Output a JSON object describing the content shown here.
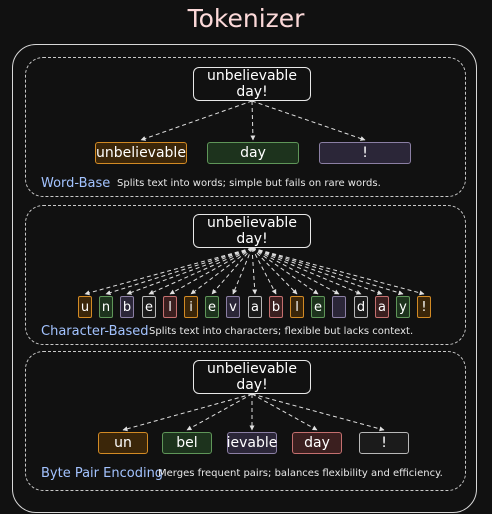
{
  "title": "Tokenizer",
  "sections": [
    {
      "name": "Word-Base",
      "description": "Splits text into words; simple but fails on rare words.",
      "source": "unbelievable day!",
      "tokens": [
        {
          "text": "unbelievable",
          "color": "orange"
        },
        {
          "text": "day",
          "color": "green"
        },
        {
          "text": "!",
          "color": "purple"
        }
      ]
    },
    {
      "name": "Character-Based",
      "description": "Splits text into characters; flexible but lacks context.",
      "source": "unbelievable day!",
      "tokens": [
        {
          "text": "u",
          "color": "orange"
        },
        {
          "text": "n",
          "color": "green"
        },
        {
          "text": "b",
          "color": "purple"
        },
        {
          "text": "e",
          "color": "gray"
        },
        {
          "text": "l",
          "color": "red"
        },
        {
          "text": "i",
          "color": "orange"
        },
        {
          "text": "e",
          "color": "green"
        },
        {
          "text": "v",
          "color": "purple"
        },
        {
          "text": "a",
          "color": "gray"
        },
        {
          "text": "b",
          "color": "red"
        },
        {
          "text": "l",
          "color": "orange"
        },
        {
          "text": "e",
          "color": "green"
        },
        {
          "text": "",
          "color": "purple"
        },
        {
          "text": "d",
          "color": "gray"
        },
        {
          "text": "a",
          "color": "red"
        },
        {
          "text": "y",
          "color": "green"
        },
        {
          "text": "!",
          "color": "orange"
        }
      ]
    },
    {
      "name": "Byte Pair Encoding",
      "description": "Merges frequent pairs; balances flexibility and efficiency.",
      "source": "unbelievable day!",
      "tokens": [
        {
          "text": "un",
          "color": "orange"
        },
        {
          "text": "bel",
          "color": "green"
        },
        {
          "text": "ievable",
          "color": "purple"
        },
        {
          "text": "day",
          "color": "red"
        },
        {
          "text": "!",
          "color": "gray"
        }
      ]
    }
  ],
  "colors": {
    "orange": "#d28a24",
    "green": "#5f9659",
    "purple": "#8b7fa4",
    "red": "#c46f6f",
    "gray": "#b8b8b8",
    "label": "#a3c3ff",
    "title": "#fcd9d9"
  }
}
